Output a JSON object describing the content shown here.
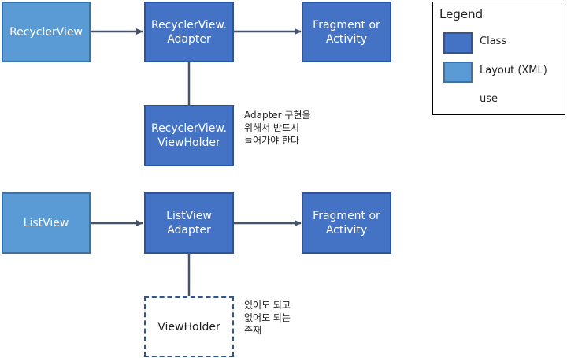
{
  "colors": {
    "class_fill": "#4472c4",
    "layout_fill": "#5b9bd5",
    "edge": "#44546a"
  },
  "nodes": {
    "recyclerview": "RecyclerView",
    "recyclerview_adapter": "RecyclerView.\nAdapter",
    "fragment_activity_1": "Fragment or\nActivity",
    "recyclerview_viewholder": "RecyclerView.\nViewHolder",
    "listview": "ListView",
    "listview_adapter": "ListView\nAdapter",
    "fragment_activity_2": "Fragment or\nActivity",
    "viewholder": "ViewHolder"
  },
  "notes": {
    "recycler_note": "Adapter 구현을\n위해서 반드시\n들어가야 한다",
    "listview_note": "있어도 되고\n없어도 되는\n존재"
  },
  "legend": {
    "title": "Legend",
    "items": [
      {
        "label": "Class",
        "kind": "class"
      },
      {
        "label": "Layout (XML)",
        "kind": "layout"
      },
      {
        "label": "use",
        "kind": "arrow"
      }
    ]
  }
}
